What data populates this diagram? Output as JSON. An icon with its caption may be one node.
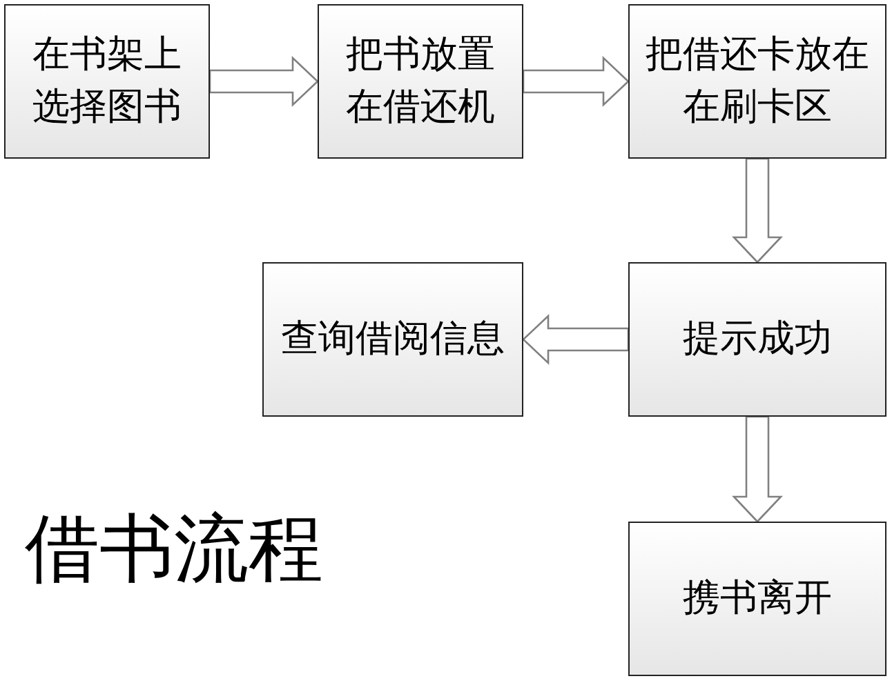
{
  "diagram": {
    "title": "借书流程",
    "nodes": [
      {
        "text": [
          "在书架上选择图书"
        ]
      },
      {
        "text": [
          "把书放置在借还机"
        ]
      },
      {
        "text": [
          "把借还卡放在在刷卡区"
        ]
      },
      {
        "text": [
          "提示成功"
        ]
      },
      {
        "text": [
          "查询借阅信息"
        ]
      },
      {
        "text": [
          "携书离开"
        ]
      }
    ],
    "edges": [
      {
        "from": 0,
        "to": 1,
        "arrow": "to"
      },
      {
        "from": 1,
        "to": 2,
        "arrow": "to"
      },
      {
        "from": 2,
        "to": 3,
        "arrow": "to"
      },
      {
        "from": 3,
        "to": 4,
        "arrow": "to"
      },
      {
        "from": 3,
        "to": 5,
        "arrow": "to"
      }
    ]
  }
}
